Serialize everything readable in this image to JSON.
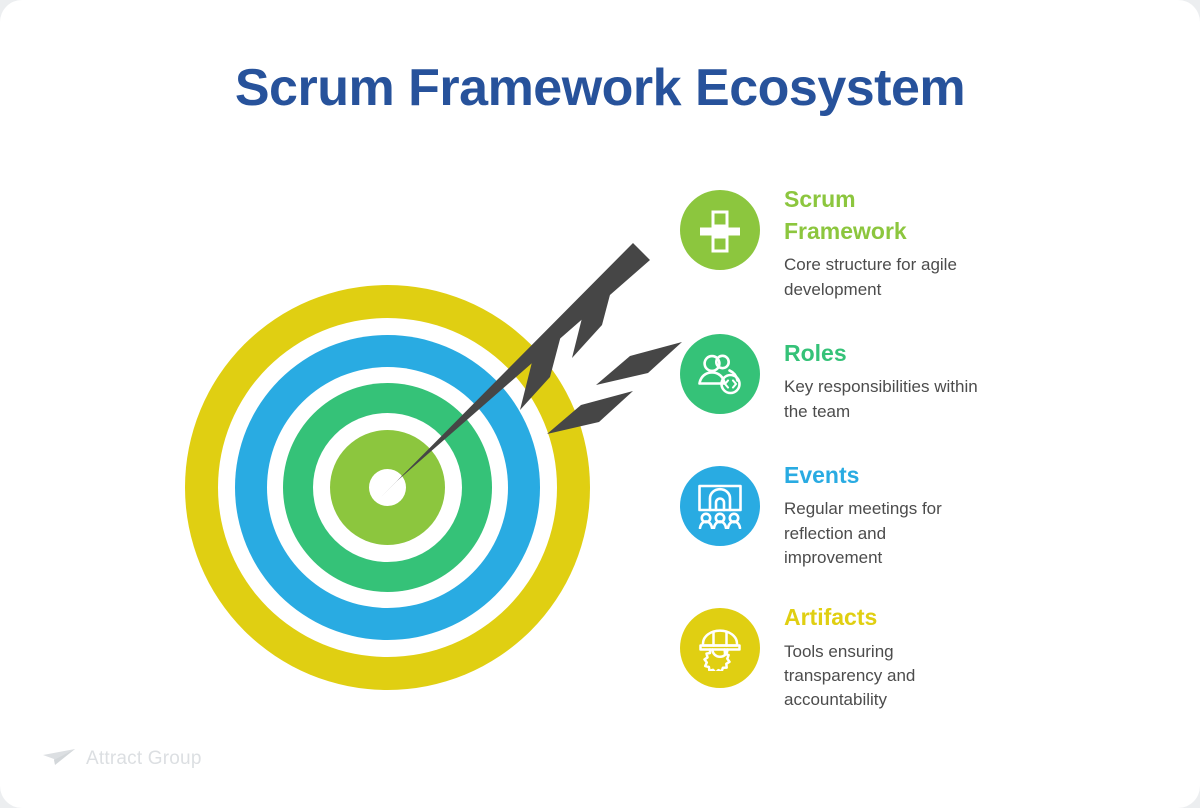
{
  "title": "Scrum Framework Ecosystem",
  "colors": {
    "title": "#27529b",
    "green": "#8cc63e",
    "teal": "#35c278",
    "blue": "#29abe2",
    "yellow": "#e0cf12",
    "arrow": "#464646",
    "description": "#4c4c4c",
    "card_background": "#ffffff",
    "page_background": "#eceef0",
    "logo": "#dcdfe2"
  },
  "target": {
    "icon": "bullseye-target-with-arrow",
    "rings": [
      {
        "name": "outer-ring",
        "color": "#e0cf12"
      },
      {
        "name": "second-ring",
        "color": "#29abe2"
      },
      {
        "name": "third-ring",
        "color": "#35c278"
      },
      {
        "name": "bullseye-ring",
        "color": "#8cc63e"
      }
    ],
    "arrow_color": "#464646"
  },
  "legend": {
    "items": [
      {
        "icon": "division-sign-icon",
        "heading": "Scrum Framework",
        "description": "Core structure for agile development",
        "color": "#8cc63e"
      },
      {
        "icon": "users-code-icon",
        "heading": "Roles",
        "description": "Key responsibilities within the team",
        "color": "#35c278"
      },
      {
        "icon": "meeting-presentation-icon",
        "heading": "Events",
        "description": "Regular meetings for reflection and improvement",
        "color": "#29abe2"
      },
      {
        "icon": "hard-hat-gear-icon",
        "heading": "Artifacts",
        "description": "Tools ensuring transparency and accountability",
        "color": "#e0cf12"
      }
    ]
  },
  "footer": {
    "logo_icon": "paper-plane-icon",
    "brand_name": "Attract Group"
  }
}
